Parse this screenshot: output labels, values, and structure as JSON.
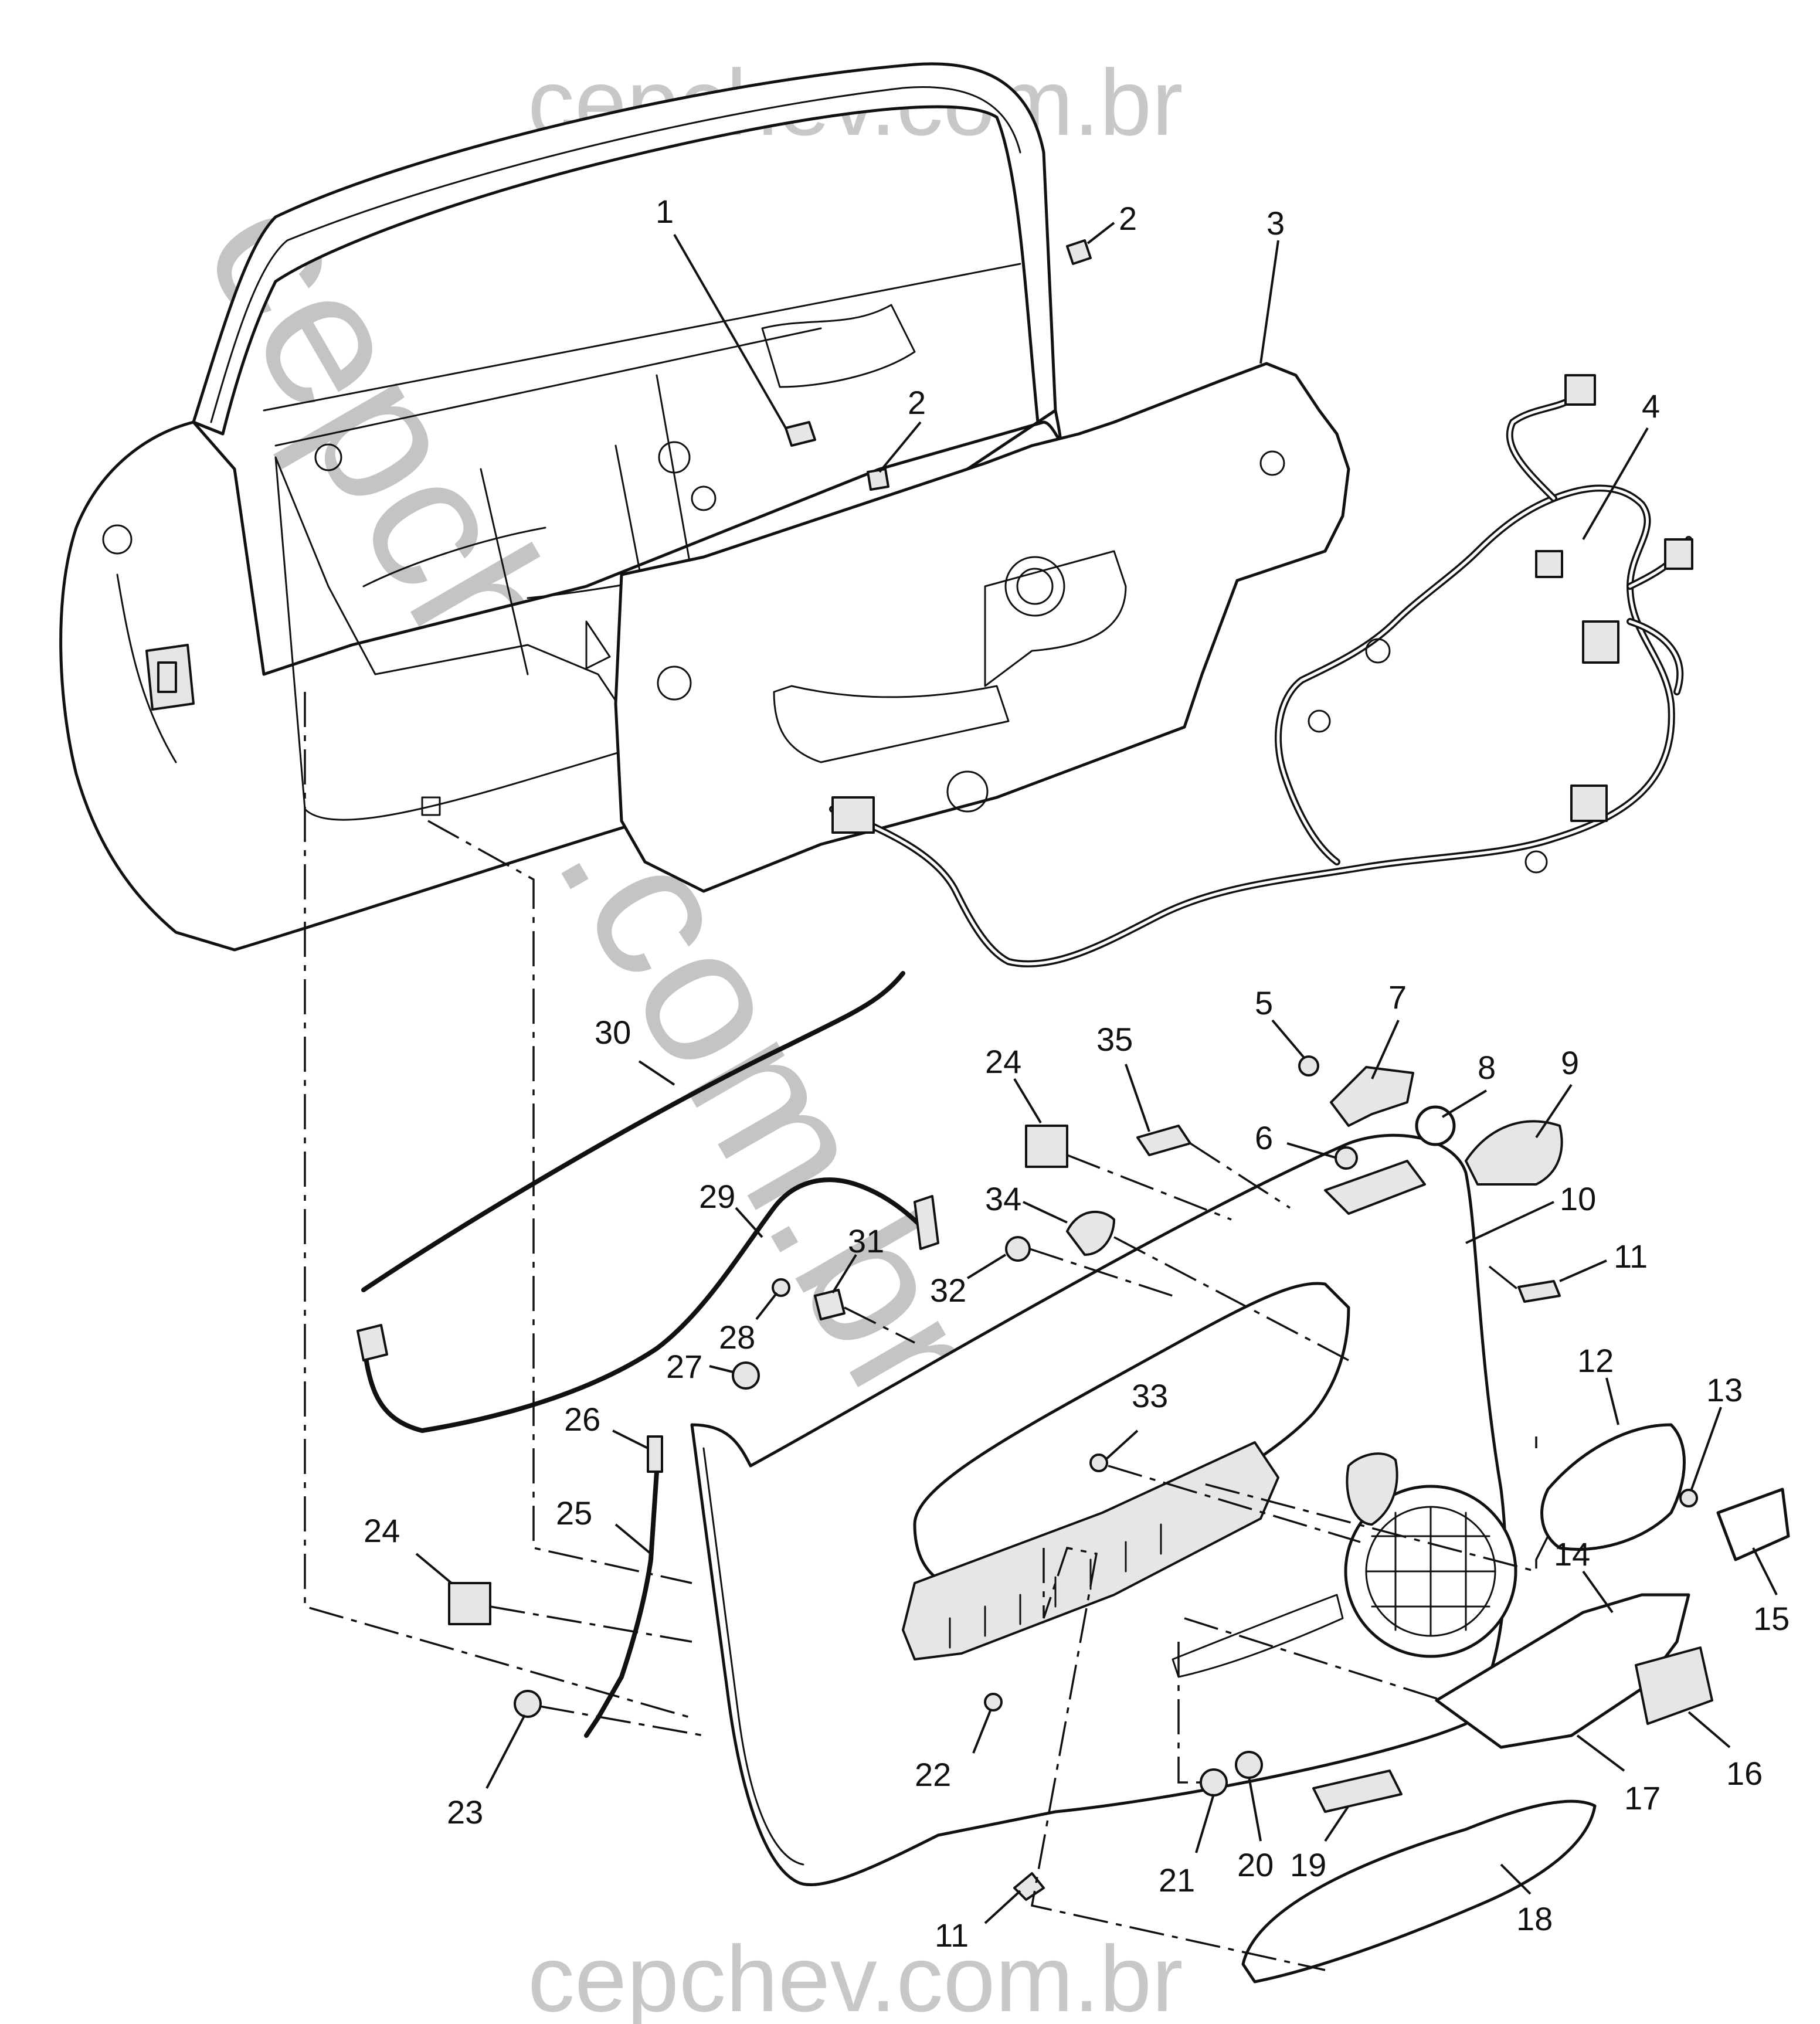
{
  "watermark": {
    "text": "cepchev.com.br",
    "color": "#c4c4c4"
  },
  "callouts": [
    {
      "id": "c1",
      "label": "1"
    },
    {
      "id": "c2a",
      "label": "2"
    },
    {
      "id": "c2b",
      "label": "2"
    },
    {
      "id": "c3",
      "label": "3"
    },
    {
      "id": "c4",
      "label": "4"
    },
    {
      "id": "c5",
      "label": "5"
    },
    {
      "id": "c6",
      "label": "6"
    },
    {
      "id": "c7",
      "label": "7"
    },
    {
      "id": "c8",
      "label": "8"
    },
    {
      "id": "c9",
      "label": "9"
    },
    {
      "id": "c10",
      "label": "10"
    },
    {
      "id": "c11a",
      "label": "11"
    },
    {
      "id": "c11b",
      "label": "11"
    },
    {
      "id": "c12",
      "label": "12"
    },
    {
      "id": "c13",
      "label": "13"
    },
    {
      "id": "c14",
      "label": "14"
    },
    {
      "id": "c15",
      "label": "15"
    },
    {
      "id": "c16",
      "label": "16"
    },
    {
      "id": "c17",
      "label": "17"
    },
    {
      "id": "c18",
      "label": "18"
    },
    {
      "id": "c19",
      "label": "19"
    },
    {
      "id": "c20",
      "label": "20"
    },
    {
      "id": "c21",
      "label": "21"
    },
    {
      "id": "c22",
      "label": "22"
    },
    {
      "id": "c23",
      "label": "23"
    },
    {
      "id": "c24a",
      "label": "24"
    },
    {
      "id": "c24b",
      "label": "24"
    },
    {
      "id": "c25",
      "label": "25"
    },
    {
      "id": "c26",
      "label": "26"
    },
    {
      "id": "c27",
      "label": "27"
    },
    {
      "id": "c28",
      "label": "28"
    },
    {
      "id": "c29",
      "label": "29"
    },
    {
      "id": "c30",
      "label": "30"
    },
    {
      "id": "c31",
      "label": "31"
    },
    {
      "id": "c32",
      "label": "32"
    },
    {
      "id": "c33",
      "label": "33"
    },
    {
      "id": "c34",
      "label": "34"
    },
    {
      "id": "c35",
      "label": "35"
    }
  ]
}
